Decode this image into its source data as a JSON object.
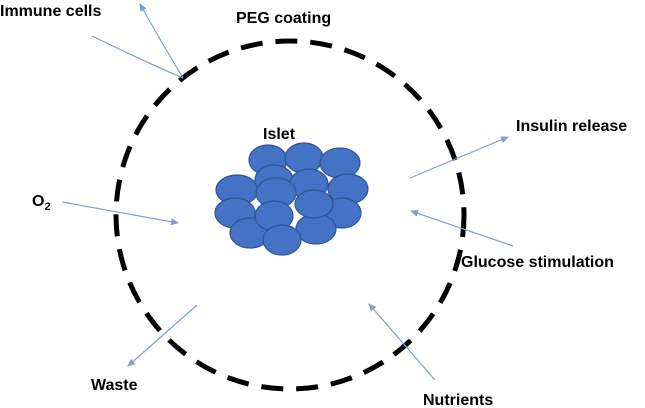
{
  "colors": {
    "arrow": "#7f9fd0",
    "cell_fill": "#4472c4",
    "cell_stroke": "#2f5597",
    "membrane": "#000000",
    "text": "#000000"
  },
  "labels": {
    "immune_cells": "Immune cells",
    "peg_coating": "PEG coating",
    "islet": "Islet",
    "insulin_release": "Insulin release",
    "o2_main": "O",
    "o2_sub": "2",
    "glucose_stimulation": "Glucose stimulation",
    "waste": "Waste",
    "nutrients": "Nutrients"
  }
}
